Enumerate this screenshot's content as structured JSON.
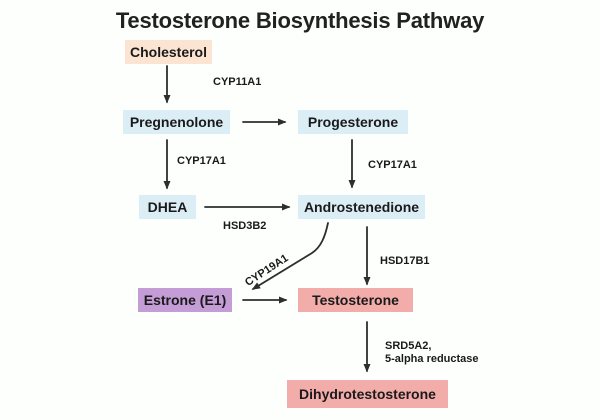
{
  "title": "Testosterone Biosynthesis Pathway",
  "colors": {
    "background": "#fdfffd",
    "substrate_box": "#fbe5d2",
    "intermediate_box": "#dbedf5",
    "estrogen_box": "#c49cd6",
    "androgen_box": "#f2aca9",
    "text": "#1a1a1a",
    "arrow": "#2e2e2e"
  },
  "nodes": [
    {
      "id": "cholesterol",
      "label": "Cholesterol",
      "color": "#fbe5d2"
    },
    {
      "id": "pregnenolone",
      "label": "Pregnenolone",
      "color": "#dbedf5"
    },
    {
      "id": "progesterone",
      "label": "Progesterone",
      "color": "#dbedf5"
    },
    {
      "id": "dhea",
      "label": "DHEA",
      "color": "#dbedf5"
    },
    {
      "id": "androstenedione",
      "label": "Androstenedione",
      "color": "#dbedf5"
    },
    {
      "id": "estrone",
      "label": "Estrone (E1)",
      "color": "#c49cd6"
    },
    {
      "id": "testosterone",
      "label": "Testosterone",
      "color": "#f2aca9"
    },
    {
      "id": "dihydrotestosterone",
      "label": "Dihydrotestosterone",
      "color": "#f2aca9"
    }
  ],
  "edges": [
    {
      "from": "cholesterol",
      "to": "pregnenolone",
      "enzyme": "CYP11A1"
    },
    {
      "from": "pregnenolone",
      "to": "progesterone",
      "enzyme": ""
    },
    {
      "from": "pregnenolone",
      "to": "dhea",
      "enzyme": "CYP17A1"
    },
    {
      "from": "progesterone",
      "to": "androstenedione",
      "enzyme": "CYP17A1"
    },
    {
      "from": "dhea",
      "to": "androstenedione",
      "enzyme": "HSD3B2"
    },
    {
      "from": "androstenedione",
      "to": "estrone",
      "enzyme": "CYP19A1"
    },
    {
      "from": "androstenedione",
      "to": "testosterone",
      "enzyme": "HSD17B1"
    },
    {
      "from": "estrone",
      "to": "testosterone",
      "enzyme": ""
    },
    {
      "from": "testosterone",
      "to": "dihydrotestosterone",
      "enzyme": "SRD5A2,\n5-alpha reductase"
    }
  ]
}
